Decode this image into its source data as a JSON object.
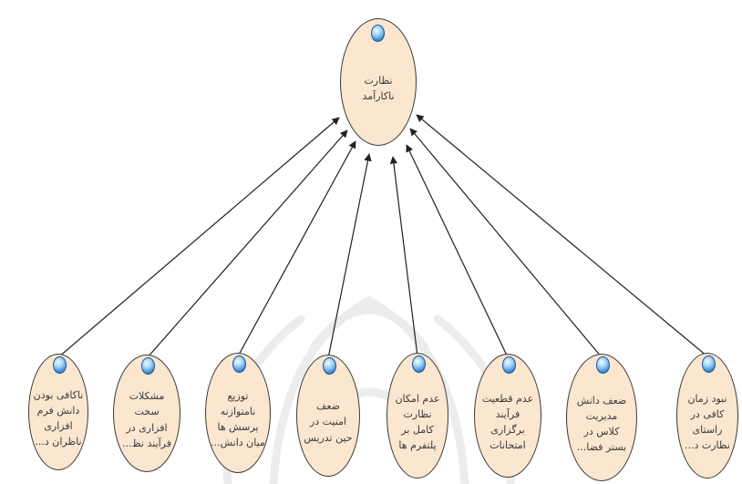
{
  "diagram": {
    "root": {
      "label": "نظارت\nناکارآمد"
    },
    "causes": [
      {
        "label": "ناکافی بودن\nدانش فرم\nافزاری\nناظران د..."
      },
      {
        "label": "مشکلات\nسخت\nافزاری در\nفرآیند نظ..."
      },
      {
        "label": "توزیع\nنامتوازنه\nپرسش ها\nمیان دانش..."
      },
      {
        "label": "ضعف\nامنیت در\nحین تدریس"
      },
      {
        "label": "عدم امکان\nنظارت\nکامل بر\nپلتفرم ها"
      },
      {
        "label": "عدم قطعیت\nفرآیند\nبرگزاری\nامتحانات"
      },
      {
        "label": "ضعف دانش\nمدیریت\nکلاس در\nبستر فضا..."
      },
      {
        "label": "نبود زمان\nکافی در\nراستای\nنظارت د..."
      }
    ]
  }
}
